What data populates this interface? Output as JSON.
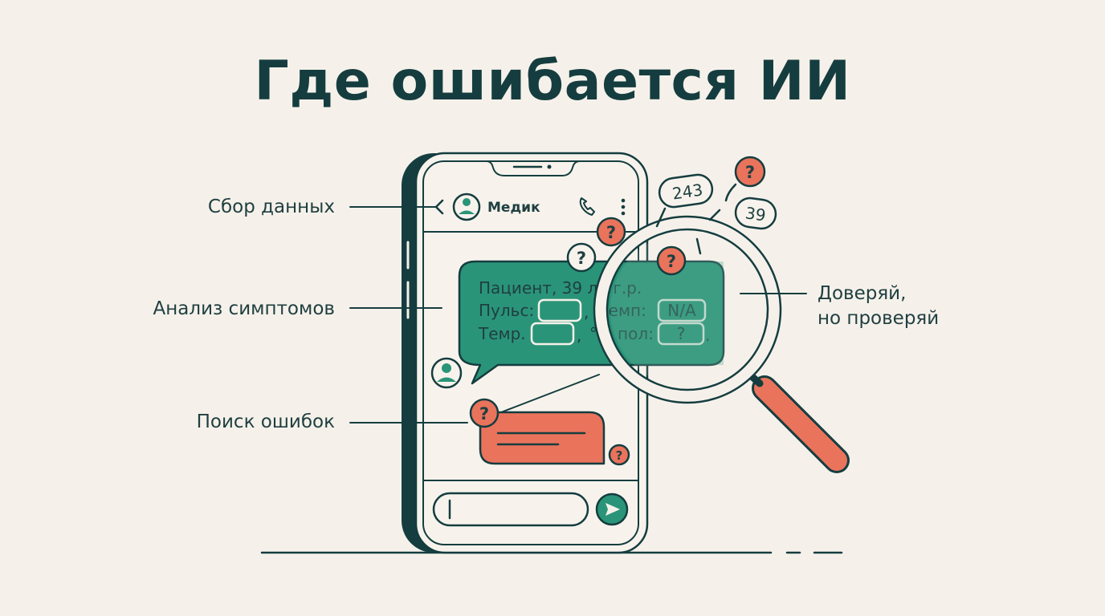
{
  "title": "Где ошибается ИИ",
  "labels": {
    "data_collection": "Сбор данных",
    "symptom_analysis": "Анализ симптомов",
    "error_search": "Поиск ошибок",
    "trust_line1": "Доверяй,",
    "trust_line2": "но проверяй"
  },
  "phone": {
    "contact_name": "Медик",
    "icons": [
      "back-arrow-icon",
      "avatar-icon",
      "phone-call-icon",
      "more-vert-icon",
      "send-icon"
    ]
  },
  "message": {
    "line1": "Пациент, 39 л., г.р.",
    "pulse_label": "Пульс:",
    "temp_short": "темп:",
    "na_value": "N/A",
    "temp_label": "Темр.",
    "degree": "°C",
    "sex_label": "пол:",
    "unknown": "?"
  },
  "bubbles": {
    "value_243": "243",
    "value_39": "39",
    "question": "?"
  },
  "colors": {
    "background": "#f5f1ea",
    "dark_teal": "#153d3f",
    "green": "#2a9478",
    "coral": "#ea735c"
  }
}
